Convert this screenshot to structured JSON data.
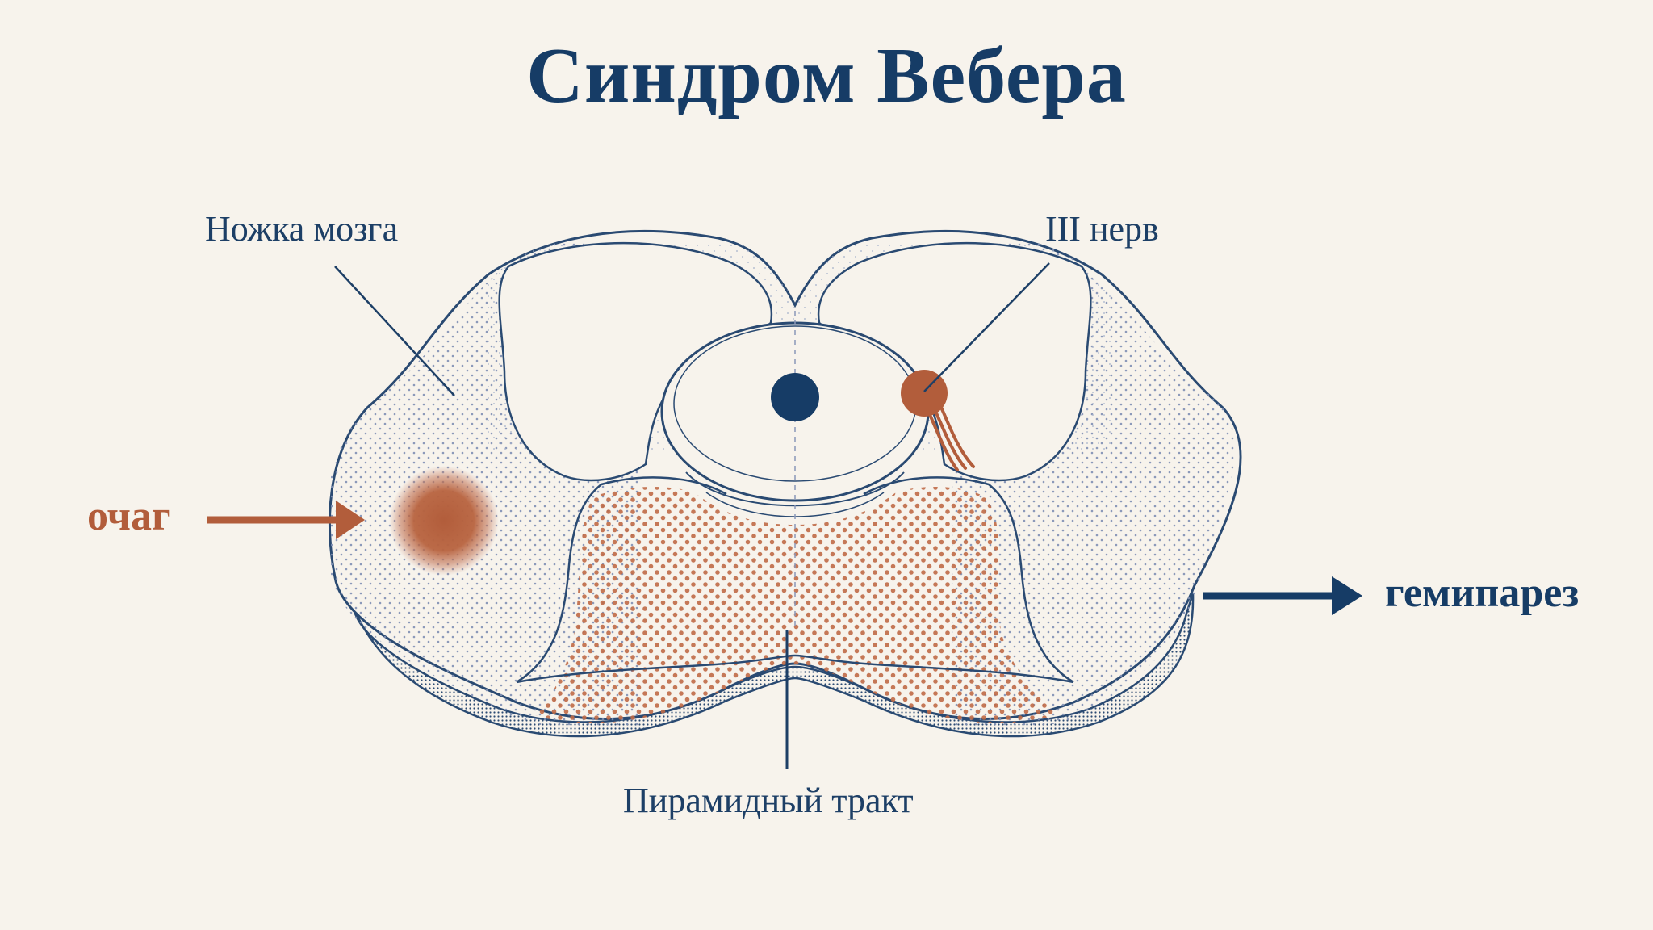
{
  "title": "Синдром Вебера",
  "labels": {
    "cerebral_peduncle": "Ножка мозга",
    "oculomotor_nerve": "III нерв",
    "pyramidal_tract": "Пирамидный тракт",
    "lesion": "очаг",
    "result": "гемипарез"
  },
  "colors": {
    "background": "#f7f3ec",
    "navy": "#163c66",
    "line": "#2a4a72",
    "rust": "#b25d3b",
    "stipple": "#8090b4"
  },
  "icons": {
    "lesion_arrow": "arrow-right-icon",
    "result_arrow": "arrow-right-icon"
  }
}
